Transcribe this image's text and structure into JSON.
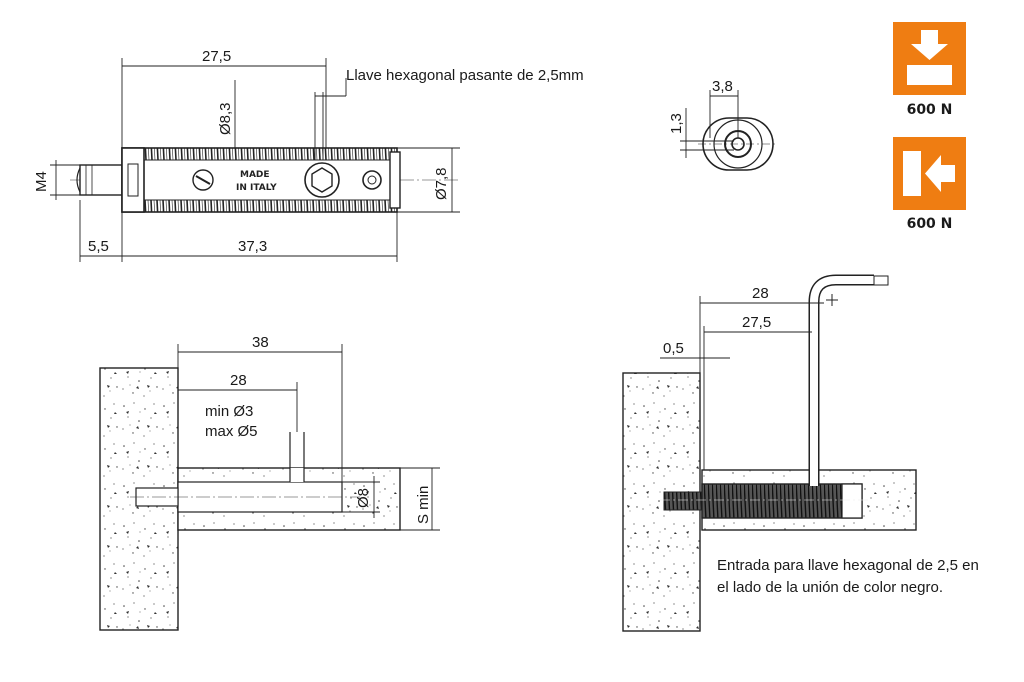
{
  "top_view": {
    "dim_length_top": "27,5",
    "dim_bore_dia": "Ø8,3",
    "dim_thread": "M4",
    "dim_body_dia": "Ø7,8",
    "dim_left": "5,5",
    "dim_length_bottom": "37,3",
    "hex_key_note": "Llave hexagonal pasante de 2,5mm",
    "engraving_line1": "MADE",
    "engraving_line2": "IN ITALY"
  },
  "end_view": {
    "dim_width": "3,8",
    "dim_height": "1,3"
  },
  "badges": [
    {
      "icon": "push-down-icon",
      "label": "600 N",
      "color": "#ef7d12"
    },
    {
      "icon": "push-left-icon",
      "label": "600 N",
      "color": "#ef7d12"
    }
  ],
  "install_left": {
    "dim_total": "38",
    "dim_hole": "28",
    "hole_min": "min Ø3",
    "hole_max": "max Ø5",
    "dim_dia": "Ø8",
    "dim_s_min": "S min"
  },
  "install_right": {
    "dim_28": "28",
    "dim_27_5": "27,5",
    "dim_0_5": "0,5",
    "note": "Entrada para llave hexagonal de 2,5 en el lado de la unión de color negro."
  }
}
